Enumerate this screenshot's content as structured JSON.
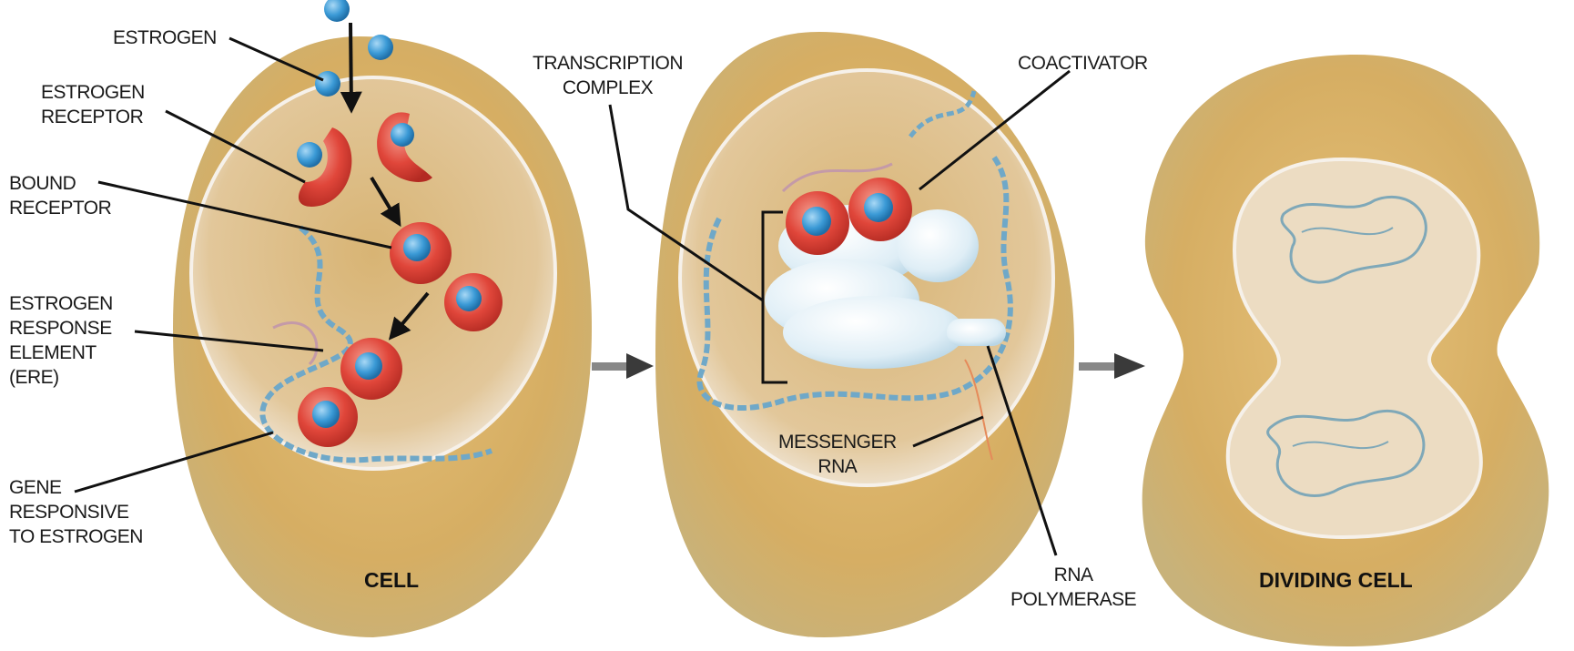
{
  "labels": {
    "estrogen": "ESTROGEN",
    "estrogen_receptor": "ESTROGEN\nRECEPTOR",
    "bound_receptor": "BOUND\nRECEPTOR",
    "ere": "ESTROGEN\nRESPONSE\nELEMENT\n(ERE)",
    "gene": "GENE\nRESPONSIVE\nTO ESTROGEN",
    "transcription_complex": "TRANSCRIPTION\nCOMPLEX",
    "coactivator": "COACTIVATOR",
    "messenger_rna": "MESSENGER\nRNA",
    "rna_polymerase": "RNA\nPOLYMERASE"
  },
  "captions": {
    "cell": "CELL",
    "dividing_cell": "DIVIDING CELL"
  },
  "colors": {
    "cytoplasm": "#d9b46a",
    "nucleus": "#efe3d0",
    "receptor": "#e0463a",
    "estrogen": "#3b9ad6",
    "dna": "#6fa8c8",
    "complex": "#dfeef6",
    "arrow": "#3a3a3a"
  }
}
